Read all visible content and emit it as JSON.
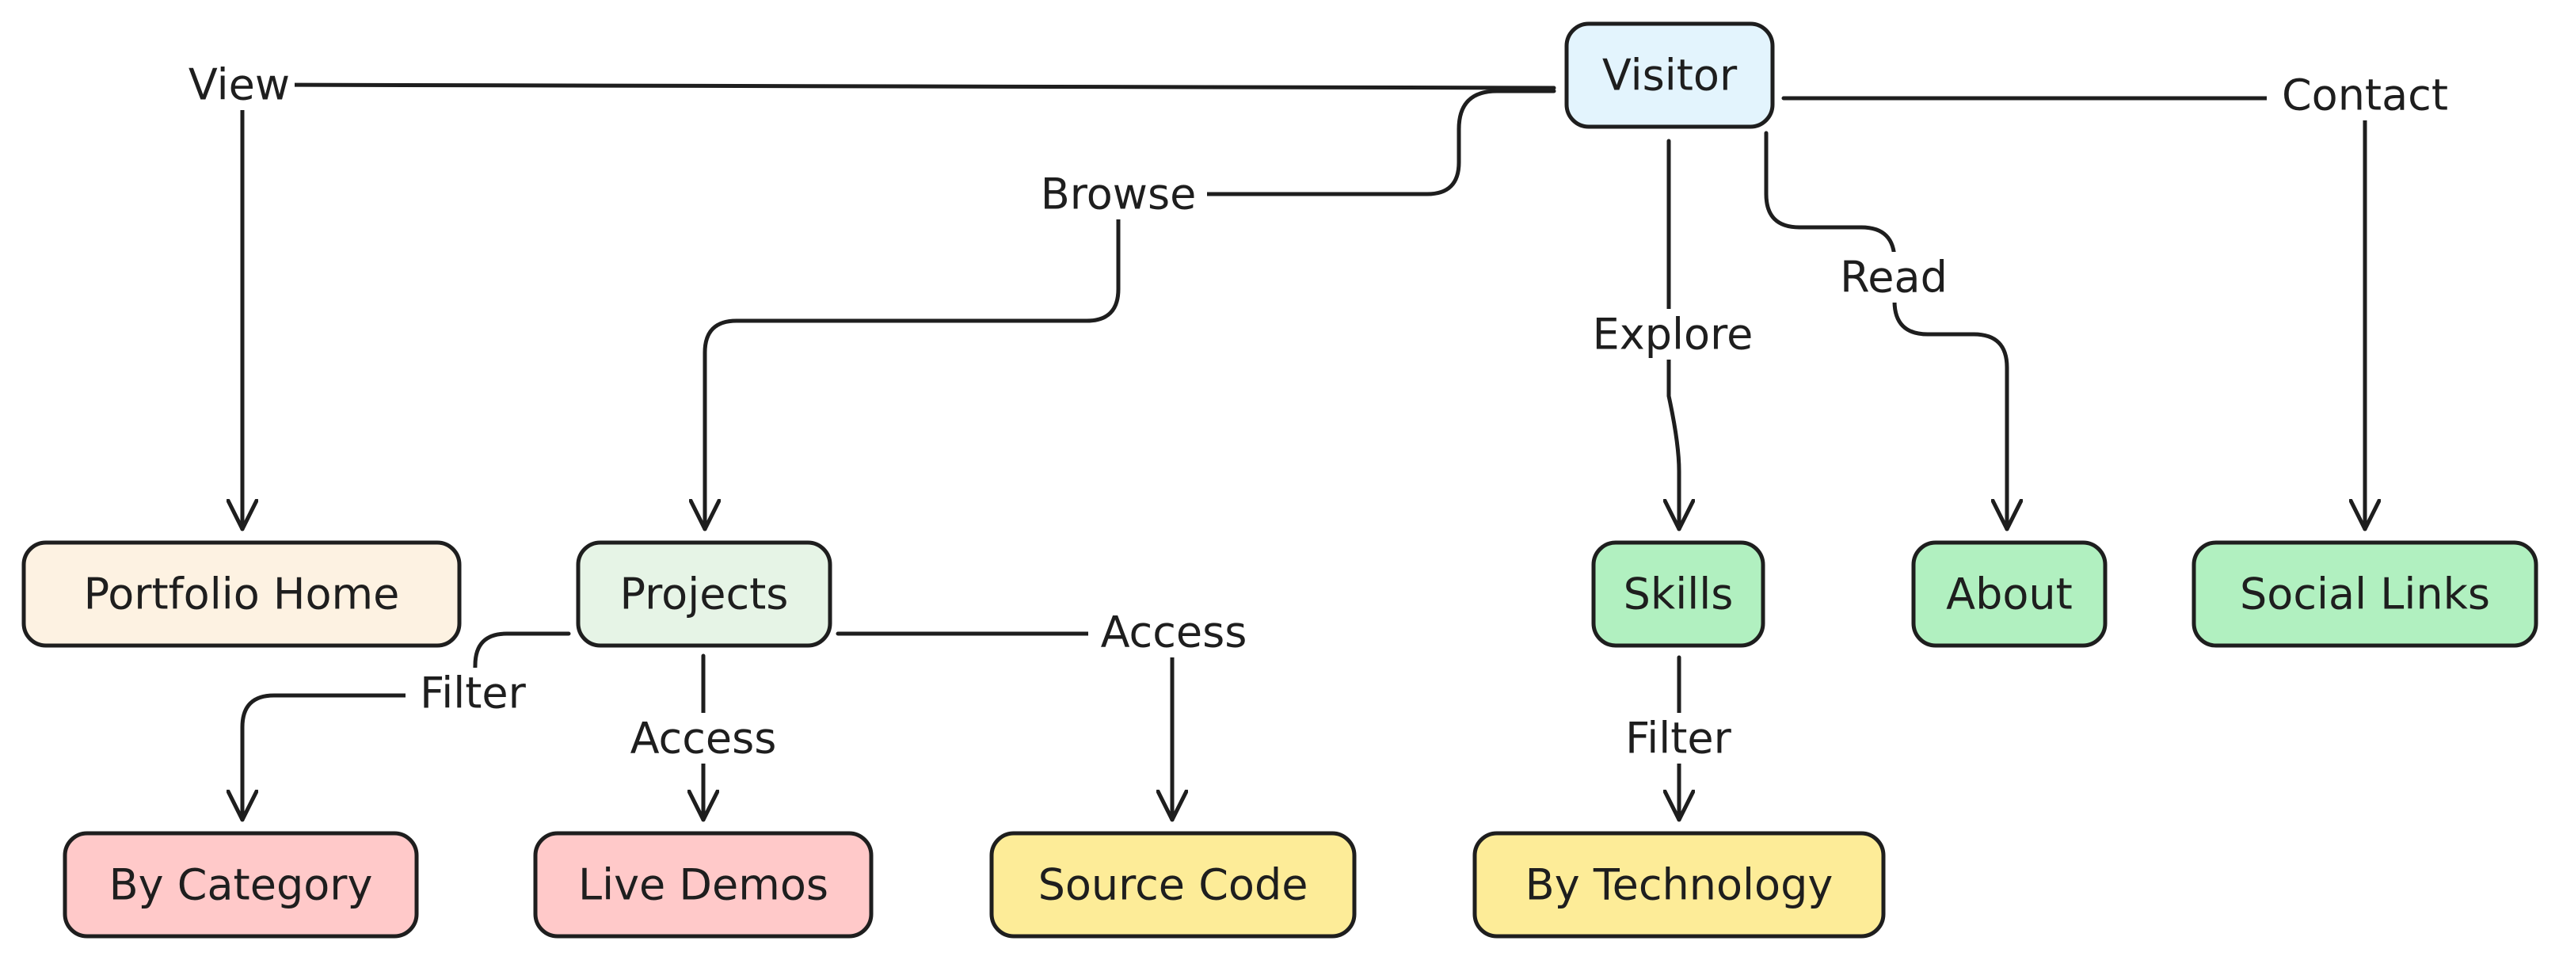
{
  "nodes": {
    "visitor": {
      "label": "Visitor",
      "fill": "#e3f4fd"
    },
    "portfolio_home": {
      "label": "Portfolio Home",
      "fill": "#fdf2e2"
    },
    "projects": {
      "label": "Projects",
      "fill": "#e6f4e6"
    },
    "skills": {
      "label": "Skills",
      "fill": "#b1f0c0"
    },
    "about": {
      "label": "About",
      "fill": "#b1f0c0"
    },
    "social_links": {
      "label": "Social Links",
      "fill": "#b1f0c0"
    },
    "by_category": {
      "label": "By Category",
      "fill": "#ffc9c9"
    },
    "live_demos": {
      "label": "Live Demos",
      "fill": "#ffc9c9"
    },
    "source_code": {
      "label": "Source Code",
      "fill": "#fdec98"
    },
    "by_technology": {
      "label": "By Technology",
      "fill": "#fdec98"
    }
  },
  "edges": {
    "view": {
      "label": "View",
      "from": "Visitor",
      "to": "Portfolio Home"
    },
    "browse": {
      "label": "Browse",
      "from": "Visitor",
      "to": "Projects"
    },
    "explore": {
      "label": "Explore",
      "from": "Visitor",
      "to": "Skills"
    },
    "read": {
      "label": "Read",
      "from": "Visitor",
      "to": "About"
    },
    "contact": {
      "label": "Contact",
      "from": "Visitor",
      "to": "Social Links"
    },
    "filter_projects": {
      "label": "Filter",
      "from": "Projects",
      "to": "By Category"
    },
    "access_demos": {
      "label": "Access",
      "from": "Projects",
      "to": "Live Demos"
    },
    "access_code": {
      "label": "Access",
      "from": "Projects",
      "to": "Source Code"
    },
    "filter_skills": {
      "label": "Filter",
      "from": "Skills",
      "to": "By Technology"
    }
  }
}
